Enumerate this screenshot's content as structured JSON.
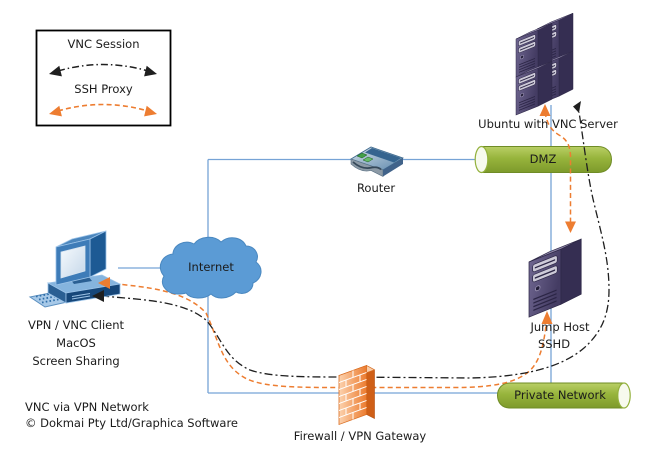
{
  "diagram": {
    "title": "VNC via VPN Network",
    "copyright": "© Dokmai Pty Ltd/Graphica Software",
    "legend": {
      "vnc_session_label": "VNC Session",
      "ssh_proxy_label": "SSH Proxy"
    },
    "nodes": {
      "vnc_server": {
        "label": "Ubuntu with VNC Server",
        "icon": "server-stack-icon"
      },
      "dmz": {
        "label": "DMZ",
        "icon": "network-zone-cylinder"
      },
      "router": {
        "label": "Router",
        "icon": "router-icon"
      },
      "internet": {
        "label": "Internet",
        "icon": "cloud-icon"
      },
      "client": {
        "label_line1": "VPN / VNC Client",
        "label_line2": "MacOS",
        "label_line3": "Screen Sharing",
        "icon": "desktop-computer-icon"
      },
      "jump_host": {
        "label_line1": "Jump Host",
        "label_line2": "SSHD",
        "icon": "server-tower-icon"
      },
      "private_network": {
        "label": "Private Network",
        "icon": "network-zone-cylinder"
      },
      "firewall": {
        "label": "Firewall / VPN Gateway",
        "icon": "firewall-brick-icon"
      }
    },
    "connections": {
      "vnc_session": {
        "style": "dash-dot",
        "color": "#1f1f1f",
        "endpoints": [
          "VPN / VNC Client",
          "Ubuntu with VNC Server"
        ]
      },
      "ssh_proxy": {
        "style": "dashed",
        "color": "#ED7D31",
        "endpoints": [
          "VPN / VNC Client",
          "Jump Host",
          "Ubuntu with VNC Server"
        ]
      },
      "network_link": {
        "style": "solid",
        "color": "#76A3D6"
      }
    },
    "colors": {
      "zone_green": "#94B23B",
      "cloud_blue": "#5B9BD5",
      "server_purple": "#554D72",
      "firewall_orange": "#ED7D31"
    }
  }
}
